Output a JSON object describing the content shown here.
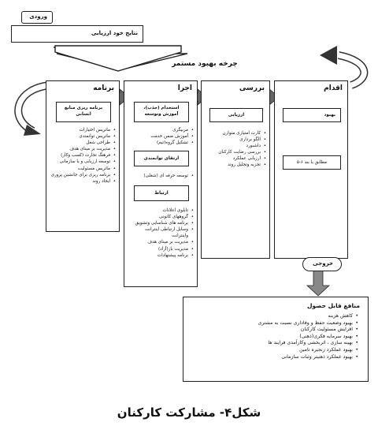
{
  "input_box": {
    "tag": "ورودی",
    "title": "نتایج خود ارزیابی"
  },
  "cycle_title": "چرخه بهبود مستمر",
  "columns": {
    "program": {
      "header": "برنامه",
      "box": "برنامه ریزی منابع انسانی",
      "items": [
        "ماتریس اختیارات",
        "ماتریس توانمندی",
        "طراحی شغل",
        "مدیریت بر مبنای هدف",
        "فرهنگ تجارت (کسب وکار)",
        "توسعه ارزیابی و یا سازمانی",
        "ماتریس مسئولیت",
        "برنامه ریزی برای جانشین پروری",
        "ایجاد روند"
      ]
    },
    "execute": {
      "header": "اجرا",
      "box1": "استخدام (جذب)، آموزش وتوسعه",
      "items1": [
        "مربیگری",
        "آموزش ضمن خدمت",
        "تشکیل گروه(تیم)"
      ],
      "box2": "ارتقای توانمندی",
      "items2": [
        "توسعه حرفه ای (شغلی)"
      ],
      "box3": "ارتباط",
      "items3": [
        "تابلوی اعلانات",
        "گروههای کانونی",
        "برنامه های شناسایی وتشویق",
        "وسایل ارتباطی اینترانت واینترانت",
        "مدیریت بر مبنای هدف",
        "مدیریت باز(آزاد)",
        "برنامه پیشنهادات"
      ]
    },
    "review": {
      "header": "بررسی",
      "box": "ارزیابی",
      "items": [
        "کارت امتیازی متوازن",
        "الگو برداری",
        "داشبورد",
        "بررسی رضایت کارکنان",
        "ارزیابی عملکرد",
        "تجزیه وتحلیل روند"
      ]
    },
    "action": {
      "header": "اقدام",
      "box1": "بهبود",
      "box2": "مطابق با بند ۶-۵"
    }
  },
  "output_box": {
    "tag": "خروجی",
    "title": "منافع قابل حصول",
    "items": [
      "کاهش هزینه",
      "بهبود وضعیت حفظ و وفاداری نسبت به مشتری",
      "افزایش مسئولیت کارکنان",
      "بهبود سرمایه فکری(ذهنی)",
      "بهینه سازی ، اثربخشی وکارآمدی فرایند ها",
      "بهبود عملکرد زنجیره تامین",
      "بهبود عملکرد ذهنیتر وثبات سازمانی"
    ]
  },
  "caption": "شکل۴- مشارکت کارکنان"
}
